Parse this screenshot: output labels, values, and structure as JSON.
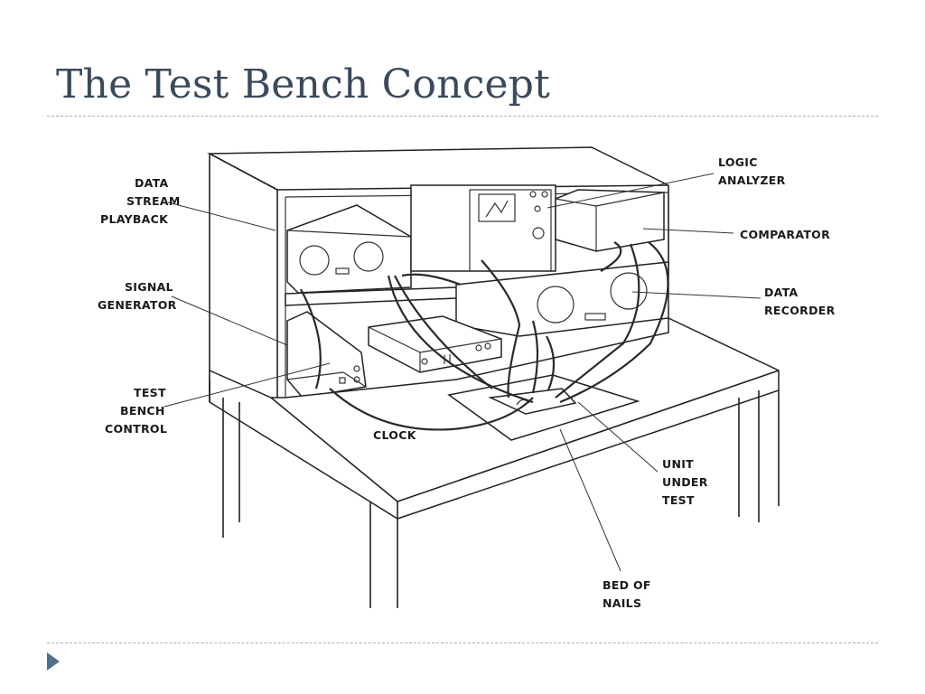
{
  "slide": {
    "title": "The Test Bench Concept"
  },
  "diagram": {
    "labels": {
      "data_stream_playback": [
        "DATA",
        "STREAM",
        "PLAYBACK"
      ],
      "signal_generator": [
        "SIGNAL",
        "GENERATOR"
      ],
      "test_bench_control": [
        "TEST",
        "BENCH",
        "CONTROL"
      ],
      "clock": [
        "CLOCK"
      ],
      "logic_analyzer": [
        "LOGIC",
        "ANALYZER"
      ],
      "comparator": [
        "COMPARATOR"
      ],
      "data_recorder": [
        "DATA",
        "RECORDER"
      ],
      "unit_under_test": [
        "UNIT",
        "UNDER",
        "TEST"
      ],
      "bed_of_nails": [
        "BED OF",
        "NAILS"
      ]
    }
  }
}
